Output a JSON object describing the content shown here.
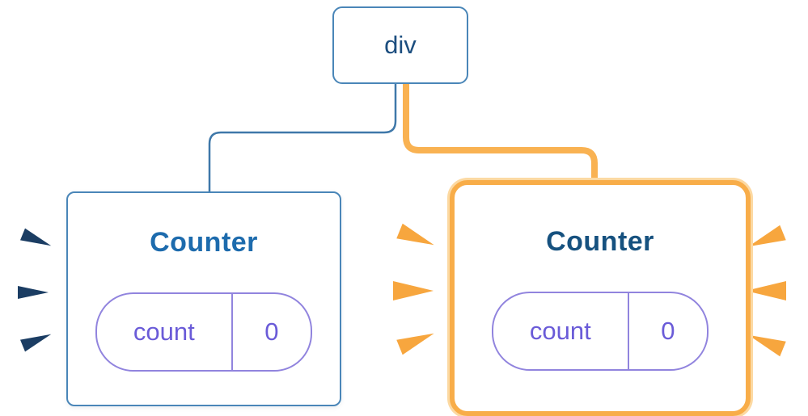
{
  "colors": {
    "node_border": "#4a86b8",
    "node_text": "#1c4e7f",
    "card_border": "#4a86b8",
    "title_blue": "#1d6bad",
    "title_blue_bold": "#16517f",
    "pill_border": "#9184de",
    "pill_text": "#6a5bd8",
    "edge_blue": "#3f78a9",
    "edge_yellow": "#f9b252",
    "highlight_border": "#f8ad49",
    "highlight_glow": "#fcd9a2",
    "burst_navy": "#1b3d63",
    "burst_orange": "#f7a63e"
  },
  "diagram": {
    "root_node": {
      "label": "div"
    },
    "nodes": [
      {
        "id": "counter-left",
        "title": "Counter",
        "state_pill": {
          "key": "count",
          "value": "0"
        },
        "highlighted": false
      },
      {
        "id": "counter-right",
        "title": "Counter",
        "state_pill": {
          "key": "count",
          "value": "0"
        },
        "highlighted": true
      }
    ]
  }
}
